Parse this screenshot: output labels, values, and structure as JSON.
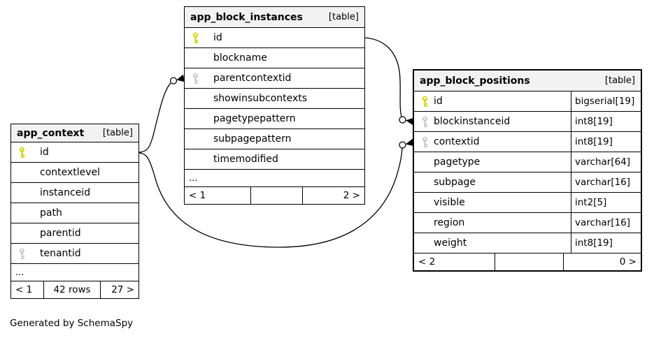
{
  "generator": "Generated by SchemaSpy",
  "colors": {
    "primary_key": "#d6d600",
    "foreign_key": "#c9c9c9",
    "header_bg": "#f2f2f2",
    "border": "#000000"
  },
  "tables": [
    {
      "name": "app_context",
      "tag": "[table]",
      "columns": [
        {
          "name": "id",
          "key": "primary"
        },
        {
          "name": "contextlevel"
        },
        {
          "name": "instanceid"
        },
        {
          "name": "path"
        },
        {
          "name": "parentid"
        },
        {
          "name": "tenantid",
          "key": "foreign"
        },
        {
          "name": "...",
          "ellipsis": true
        }
      ],
      "footer": {
        "left": "< 1",
        "center": "42 rows",
        "right": "27 >"
      }
    },
    {
      "name": "app_block_instances",
      "tag": "[table]",
      "columns": [
        {
          "name": "id",
          "key": "primary"
        },
        {
          "name": "blockname"
        },
        {
          "name": "parentcontextid",
          "key": "foreign"
        },
        {
          "name": "showinsubcontexts"
        },
        {
          "name": "pagetypepattern"
        },
        {
          "name": "subpagepattern"
        },
        {
          "name": "timemodified"
        },
        {
          "name": "...",
          "ellipsis": true
        }
      ],
      "footer": {
        "left": "< 1",
        "center": "",
        "right": "2 >"
      }
    },
    {
      "name": "app_block_positions",
      "tag": "[table]",
      "columns": [
        {
          "name": "id",
          "key": "primary",
          "type": "bigserial[19]"
        },
        {
          "name": "blockinstanceid",
          "key": "foreign",
          "type": "int8[19]"
        },
        {
          "name": "contextid",
          "key": "foreign",
          "type": "int8[19]"
        },
        {
          "name": "pagetype",
          "type": "varchar[64]"
        },
        {
          "name": "subpage",
          "type": "varchar[16]"
        },
        {
          "name": "visible",
          "type": "int2[5]"
        },
        {
          "name": "region",
          "type": "varchar[16]"
        },
        {
          "name": "weight",
          "type": "int8[19]"
        }
      ],
      "footer": {
        "left": "< 2",
        "center": "",
        "right": "0 >"
      }
    }
  ],
  "relationships": [
    {
      "from_table": "app_block_instances",
      "from_column": "parentcontextid",
      "to_table": "app_context",
      "to_column": "id"
    },
    {
      "from_table": "app_block_positions",
      "from_column": "blockinstanceid",
      "to_table": "app_block_instances",
      "to_column": "id"
    },
    {
      "from_table": "app_block_positions",
      "from_column": "contextid",
      "to_table": "app_context",
      "to_column": "id"
    }
  ]
}
